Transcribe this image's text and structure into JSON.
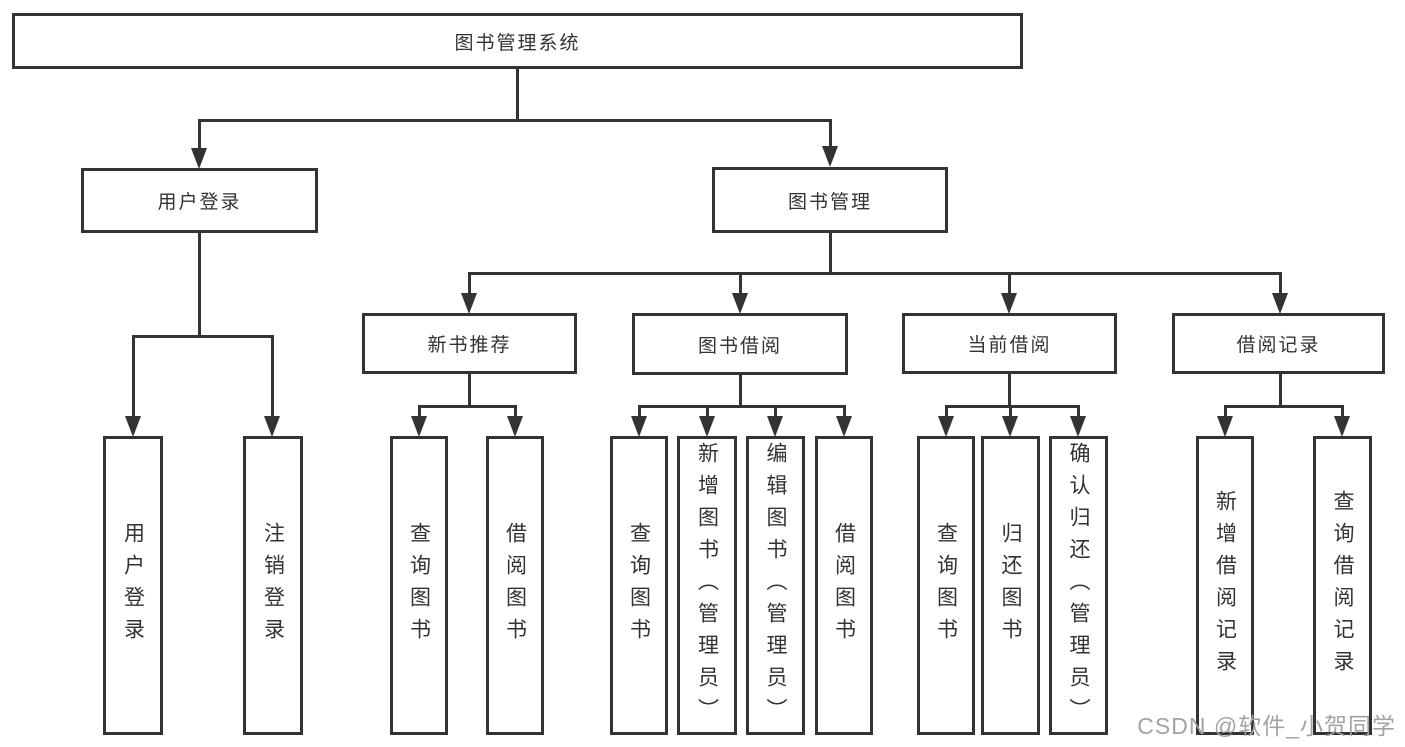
{
  "colors": {
    "line": "#333333",
    "text": "#333333",
    "box_background": "#ffffff",
    "watermark": "#a3a3a3"
  },
  "watermark": "CSDN @软件_小贺同学",
  "tree": {
    "label": "图书管理系统",
    "children": [
      {
        "label": "用户登录",
        "children": [
          {
            "label": "用户登录"
          },
          {
            "label": "注销登录"
          }
        ]
      },
      {
        "label": "图书管理",
        "children": [
          {
            "label": "新书推荐",
            "children": [
              {
                "label": "查询图书"
              },
              {
                "label": "借阅图书"
              }
            ]
          },
          {
            "label": "图书借阅",
            "children": [
              {
                "label": "查询图书"
              },
              {
                "label": "新增图书（管理员）"
              },
              {
                "label": "编辑图书（管理员）"
              },
              {
                "label": "借阅图书"
              }
            ]
          },
          {
            "label": "当前借阅",
            "children": [
              {
                "label": "查询图书"
              },
              {
                "label": "归还图书"
              },
              {
                "label": "确认归还（管理员）"
              }
            ]
          },
          {
            "label": "借阅记录",
            "children": [
              {
                "label": "新增借阅记录"
              },
              {
                "label": "查询借阅记录"
              }
            ]
          }
        ]
      }
    ]
  }
}
